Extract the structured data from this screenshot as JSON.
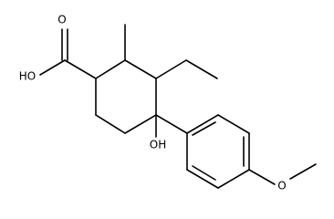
{
  "molecule": {
    "labels": {
      "carboxyl_carbonyl_o": "O",
      "carboxyl_hydroxyl": "HO",
      "tertiary_hydroxyl": "OH",
      "methoxy_o": "O"
    }
  }
}
